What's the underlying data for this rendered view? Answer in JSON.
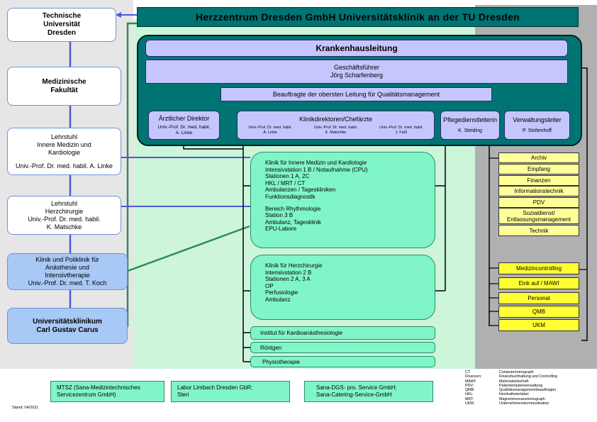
{
  "title": "Herzzentrum Dresden GmbH Universitätsklinik  an der TU Dresden",
  "left": {
    "tu": "Technische\nUniversität\nDresden",
    "medfak": "Medizinische\nFakultät",
    "lehrstuhl_innere": [
      "Lehrstuhl",
      "Innere Medizin und",
      "Kardiologie",
      "",
      "Univ.-Prof. Dr. med. habil. A. Linke"
    ],
    "lehrstuhl_herz": [
      "Lehrstuhl",
      "Herzchirurgie",
      "Univ.-Prof. Dr. med. habil.",
      "K. Matschke"
    ],
    "anaesthesie": [
      "Klinik und Poliklinik für",
      "Anästhesie und",
      "Intensivtherapie",
      "Univ.-Prof. Dr. med. T. Koch"
    ],
    "ukc": [
      "Universitätsklinikum",
      "Carl Gustav Carus"
    ]
  },
  "leitung": {
    "title": "Krankenhausleitung",
    "gf_title": "Geschäftsführer",
    "gf_name": "Jörg Scharfenberg",
    "qm": "Beauftragte der obersten Leitung für Qualitätsmanagement",
    "aerztl_title": "Ärztlicher Direktor",
    "aerztl_names": [
      "Univ.-Prof. Dr. med. habil.",
      "A. Linke"
    ],
    "klinikdir_title": "Klinikdirektoren/Chefärzte",
    "klinikdir_cols": [
      [
        "Univ.-Prof. Dr. med. habil.",
        "A. Linke"
      ],
      [
        "Univ.-Prof. Dr. med. habil.",
        "K. Matschke"
      ],
      [
        "Univ.-Prof. Dr. med. habil.",
        "J. Faßl"
      ]
    ],
    "pflege_title": "Pflegedienstleiterin",
    "pflege_name": "K. Steiding",
    "verwaltung_title": "Verwaltungsleiter",
    "verwaltung_name": "P. Stoltenhoff"
  },
  "clinics": {
    "innere": [
      "Klinik für Innere Medizin und Kardiologie",
      "Intensivstation 1 B / Notaufnahme (CPU)",
      "Stationen 1 A, 2C",
      "HKL / MRT / CT",
      "Ambulanzen / Tageskliniken",
      "Funktionsdiagnostik",
      "",
      "Bereich Rhythmologie",
      "Station 3 B",
      "Ambulanz, Tagesklinik",
      "EPU-Labore"
    ],
    "herz": [
      "Klinik für Herzchirurgie",
      "Intensivstation 2 B",
      "Stationen 2 A, 3 A",
      "OP",
      "Perfusiologie",
      "Ambulanz"
    ],
    "kardioanaesth": "Institut für Kardioanästhesiologie",
    "roentgen": "Röntgen",
    "physio": "Physiotherapie"
  },
  "admin_top": [
    "Archiv",
    "Empfang",
    "Finanzen",
    "Informationstechnik",
    "PDV",
    "Sozialdienst/\nEntlassungsmanagement",
    "Technik"
  ],
  "admin_bottom": [
    "Medizincontrolling",
    "Eink auf / MAWI",
    "Personal",
    "QMB",
    "UKM"
  ],
  "external": [
    "MTSZ (Sana-Medizintechnisches\nServicezentrum GmbH)",
    "Labor Limbach Dresden GbR;\nSteri",
    "Sana-DGS- pro. Service GmbH;\nSana-Catering-Service-GmbH"
  ],
  "stand": "Stand: 04/2021",
  "legend": [
    [
      "CT",
      "Computertomograph"
    ],
    [
      "Finanzen:",
      "Finanzbuchhaltung und Controlling"
    ],
    [
      "MAWI:",
      "Materialwirtschaft"
    ],
    [
      "PDV:",
      "Patientendatenverwaltung"
    ],
    [
      "QMB:",
      "Qualitätsmanagementbeauftragter"
    ],
    [
      "HKL:",
      "Herzkatheterlabor"
    ],
    [
      "MRT:",
      "Magnetresonanztomograph"
    ],
    [
      "UKM:",
      "Unternehmenskommunikation"
    ]
  ],
  "colors": {
    "teal": "#007373",
    "lavender": "#c6c6ff",
    "mint": "#80f5c8",
    "light_yellow": "#ffff99",
    "yellow": "#ffff33",
    "blue_box": "#a8c8f5",
    "line_blue": "#4a5cd6",
    "line_green": "#2e8b57"
  }
}
